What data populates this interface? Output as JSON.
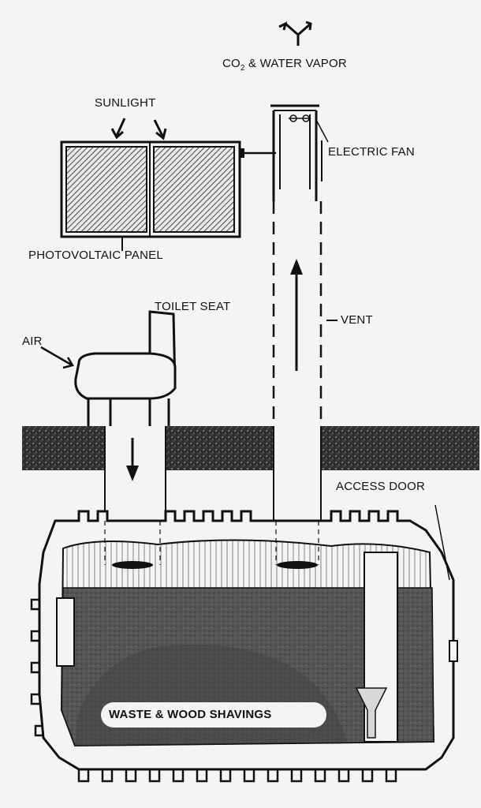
{
  "labels": {
    "exhaust_co": "CO",
    "exhaust_sub": "2",
    "exhaust_rest": " & WATER VAPOR",
    "sunlight": "SUNLIGHT",
    "electric_fan": "ELECTRIC FAN",
    "photovoltaic_panel": "PHOTOVOLTAIC PANEL",
    "toilet_seat": "TOILET SEAT",
    "air": "AIR",
    "vent": "VENT",
    "access_door": "ACCESS DOOR",
    "waste": "WASTE & WOOD SHAVINGS"
  },
  "colors": {
    "ink": "#111111",
    "paper": "#f4f4f2",
    "waste_fill": "#5a5a5a",
    "soil_fill": "#3a3a3a"
  }
}
